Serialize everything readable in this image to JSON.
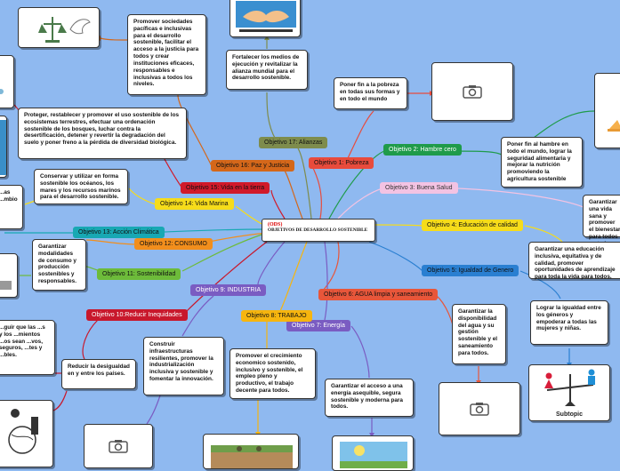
{
  "central": {
    "line1": "(ODS)",
    "line2": "OBJETIVOS DE DESARROLLO SOSTENIBLE"
  },
  "topics": {
    "t1": "Objetivo 1: Pobreza",
    "t2": "Objetivo 2: Hambre cero",
    "t3": "Objetivo 3: Buena Salud",
    "t4": "Objetivo 4: Educación de calidad",
    "t5": "Objetivo 5: Igualdad de Genero",
    "t6": "Objetivo 6: AGUA limpia y saneamiento",
    "t7": "Objetivo 7: Energía",
    "t8": "Objetivo 8: TRABAJO",
    "t9": "Objetivo 9: INDUSTRIA",
    "t10": "Objetivo 10:Reducir Inequidades",
    "t11": "Objetivo 11: Sostenibilidad",
    "t12": "Objetivo 12: CONSUMO",
    "t13": "Objetivo 13: Acción Climática",
    "t14": "Objetivo 14: Vida Marina",
    "t15": "Objetivo 15: Vida en la tierra",
    "t16": "Objetivo 16: Paz y Justicia",
    "t17": "Objetivo 17: Alianzas"
  },
  "boxes": {
    "b1": "Poner fin a la pobreza en todas sus formas y en todo el mundo",
    "b2": "Poner fin al hambre en todo el mundo, lograr la seguridad alimentaria y mejorar la nutrición promoviendo la agricultura sostenible",
    "b3": "Garantizar una vida sana y promover el bienestar para todos en todas las edades",
    "b4": "Garantizar una educación inclusiva, equitativa y de calidad, promover oportunidades de aprendizaje para toda la vida para todos.",
    "b5": "Lograr la igualdad entre los géneros y empoderar a todas las mujeres y niñas.",
    "b6": "Garantizar la disponibilidad del agua y su gestión sostenible y el saneamiento para todos.",
    "b7": "Garantizar el acceso a una energía asequible, segura sostenible y moderna para todos.",
    "b8": "Promover el crecimiento economico sostenido, inclusivo y sostenible, el empleo pleno y productivo, el trabajo decente para todos.",
    "b9": "Construir infraestructuras resilientes, promover la industrialización inclusiva y sostenible y fomentar la innovación.",
    "b10": "Reducir la desigualdad en y entre los países.",
    "b10b": "...guir que las ...s y los ...mientos ...os sean ...vos, seguros, ...tes y ...bles.",
    "b11": "Garantizar modalidades de consumo y producción sostenibles y responsables.",
    "b13": "...as ...mbio",
    "b14": "Conservar y utilizar en forma sostenible los océanos, los mares y los recursos marinos para el desarrollo sostenible.",
    "b15": "Proteger, restablecer y promover el uso sostenible de los ecosistemas terrestres, efectuar una ordenación sostenible de los bosques, luchar contra la desertificación, detener y revertir la degradación del suelo y poner freno a la pérdida de diversidad biológica.",
    "b16": "Promover sociedades pacíficas e inclusivas para el desarrollo sostenible, facilitar el acceso a la justicia para todos y crear instituciones eficaces, responsables e inclusivas a todos los niveles.",
    "b17": "Fortalecer los medios de ejecución y revitalizar la alianza mundial para el desarrollo sostenible."
  },
  "subtopic": "Subtopic",
  "colors": {
    "background": "#8fb9f0",
    "t1": "#e84b3c",
    "t2": "#1f9b4a",
    "t3": "#f3c3e3",
    "t4": "#f6dc1a",
    "t5": "#2a7fd1",
    "t6": "#e8563a",
    "t7": "#7a5cc2",
    "t8": "#f6b50f",
    "t9": "#7a5cc2",
    "t10": "#c8182c",
    "t11": "#6dbb3a",
    "t12": "#f28e1c",
    "t13": "#18a8b3",
    "t14": "#f6dc1a",
    "t15": "#d11a2a",
    "t16": "#d4671a",
    "t17": "#7e8c4d"
  }
}
